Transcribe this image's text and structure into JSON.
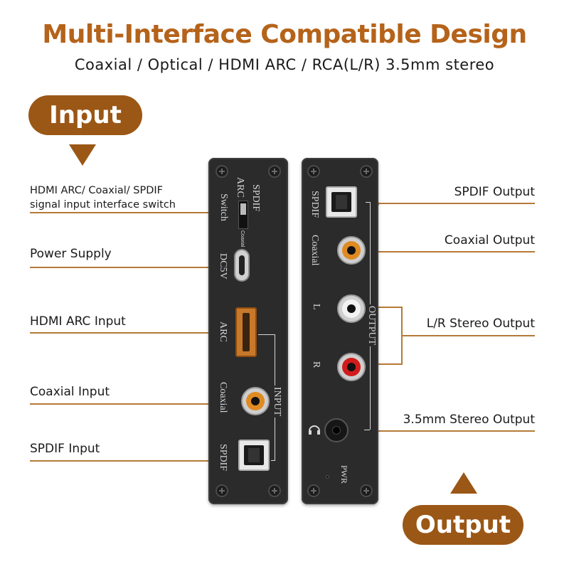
{
  "header": {
    "title": "Multi-Interface Compatible Design",
    "subtitle": "Coaxial / Optical / HDMI ARC / RCA(L/R) 3.5mm stereo"
  },
  "badges": {
    "input": "Input",
    "output": "Output"
  },
  "left_labels": {
    "switch_line1": "HDMI ARC/ Coaxial/ SPDIF",
    "switch_line2": "signal input interface switch",
    "power": "Power Supply",
    "hdmi_arc": "HDMI ARC Input",
    "coaxial": "Coaxial Input",
    "spdif": "SPDIF Input"
  },
  "right_labels": {
    "spdif": "SPDIF Output",
    "coaxial": "Coaxial Output",
    "lr": "L/R Stereo Output",
    "stereo": "3.5mm Stereo Output"
  },
  "device_left": {
    "switch": "Switch",
    "arc": "ARC",
    "spdif": "SPDIF",
    "coaxial_small": "Coaxial",
    "dc5v": "DC5V",
    "arc_port": "ARC",
    "coaxial": "Coaxial",
    "spdif_port": "SPDIF",
    "input": "INPUT"
  },
  "device_right": {
    "spdif": "SPDIF",
    "coaxial": "Coaxial",
    "l": "L",
    "r": "R",
    "output": "OUTPUT",
    "pwr": "PWR"
  },
  "colors": {
    "accent": "#b5631a",
    "badge": "#9b5716",
    "leader": "#b57a38",
    "panel": "#2b2b2b",
    "rca_orange": "#e08a22",
    "rca_white": "#f2f2f2",
    "rca_red": "#d21b1b"
  },
  "icons": [
    "screw-icon",
    "headphone-icon"
  ]
}
